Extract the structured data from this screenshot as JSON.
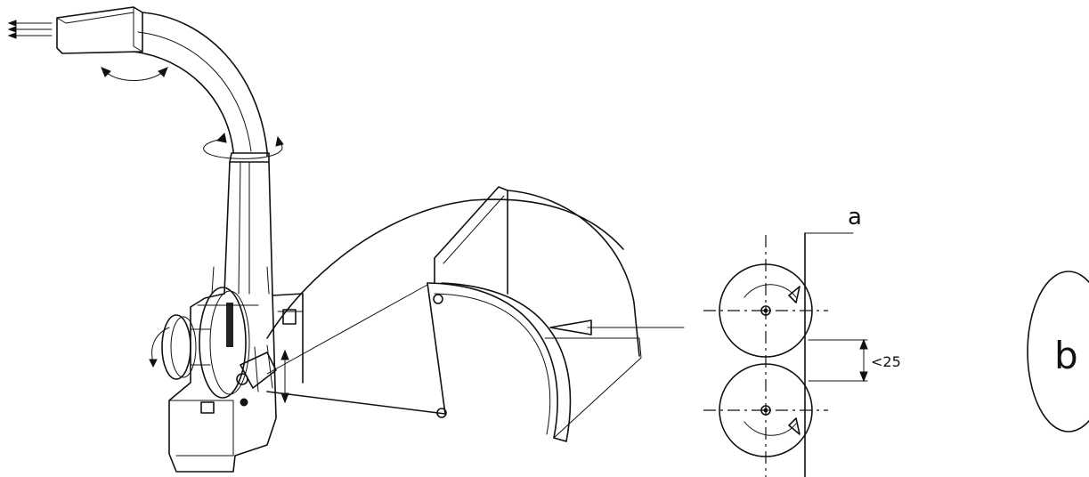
{
  "labels": {
    "a": "a",
    "b": "b",
    "gap": "<25"
  },
  "colors": {
    "ink": "#111111",
    "paper": "#ffffff"
  }
}
